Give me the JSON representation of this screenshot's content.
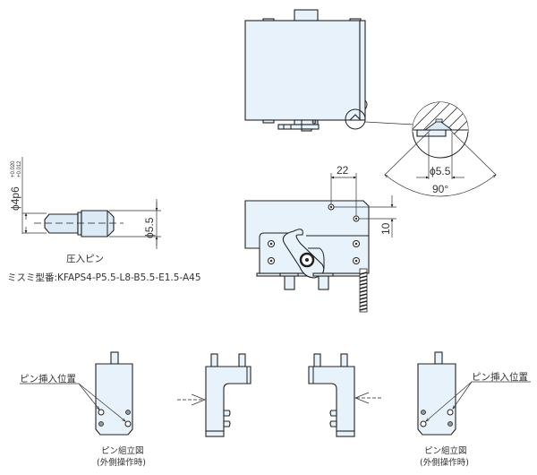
{
  "pin_drawing": {
    "shaft_dim": "ϕ4p6",
    "shaft_tol_upper": "+0.020",
    "shaft_tol_lower": "+0.012",
    "head_dim": "ϕ5.5",
    "label": "圧入ピン",
    "part_number": "ミスミ型番:KFAPS4-P5.5-L8-B5.5-E1.5-A45"
  },
  "detail_view": {
    "diameter": "ϕ5.5",
    "angle": "90°"
  },
  "front_view": {
    "pitch_x": "22",
    "pitch_y": "10"
  },
  "assembly_left": {
    "callout": "ピン挿入位置",
    "caption_line1": "ピン組立図",
    "caption_line2": "(外側操作時)"
  },
  "assembly_right": {
    "callout": "ピン挿入位置",
    "caption_line1": "ピン組立図",
    "caption_line2": "(外側操作時)"
  },
  "colors": {
    "part_fill": "#e8f2fa",
    "line": "#222222"
  }
}
